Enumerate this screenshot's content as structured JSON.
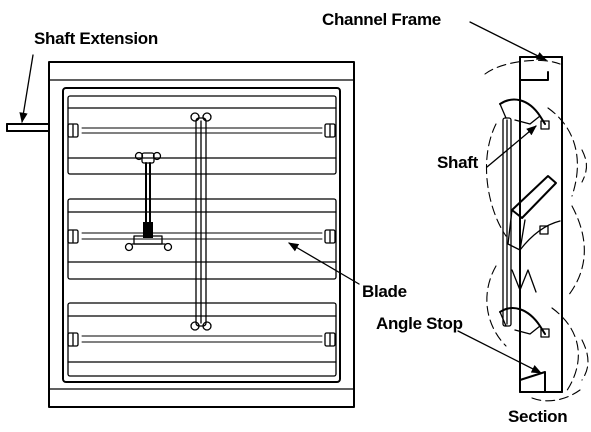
{
  "labels": {
    "shaft_extension": "Shaft Extension",
    "channel_frame": "Channel Frame",
    "shaft": "Shaft",
    "blade": "Blade",
    "angle_stop": "Angle Stop",
    "section": "Section"
  },
  "colors": {
    "ink": "#000000",
    "paper": "#ffffff"
  }
}
